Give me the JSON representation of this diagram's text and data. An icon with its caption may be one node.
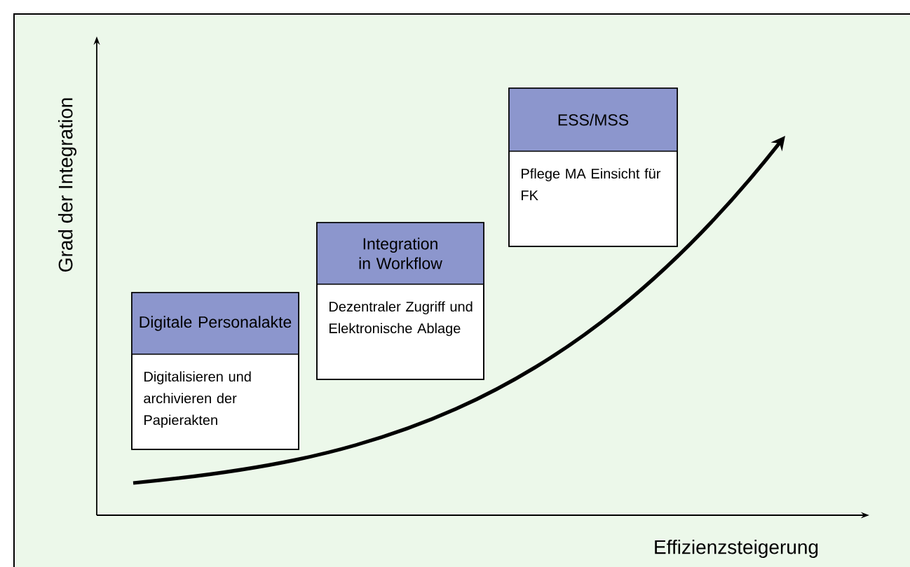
{
  "diagram": {
    "nodes": [
      {
        "text": [
          "Digitale Personalakte",
          "Digitalisieren und archivieren der Papierakten"
        ]
      },
      {
        "text": [
          "Integration in Workflow",
          "Dezentraler Zugriff und Elektronische Ablage"
        ]
      },
      {
        "text": [
          "ESS/MSS",
          "Pflege MA Einsicht für FK"
        ]
      }
    ],
    "labels": [
      "Grad der Integration",
      "Effizienzsteigerung"
    ]
  }
}
